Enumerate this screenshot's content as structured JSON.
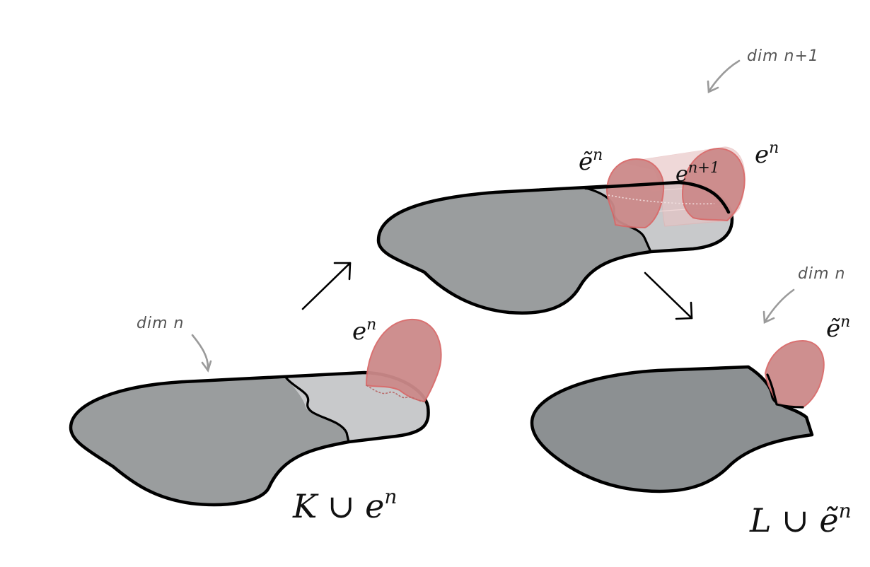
{
  "labels": {
    "dim_n_left": "dim n",
    "dim_n_plus_1": "dim n+1",
    "dim_n_right": "dim n",
    "e_n_left": "e",
    "e_n_left_sup": "n",
    "e_tilde_n_top": "ẽ",
    "e_tilde_n_top_sup": "n",
    "e_n_plus_1": "e",
    "e_n_plus_1_sup": "n+1",
    "e_n_top": "e",
    "e_n_top_sup": "n",
    "e_tilde_n_right": "ẽ",
    "e_tilde_n_right_sup": "n",
    "K_union_label": "K ∪ e",
    "K_union_sup": "n",
    "L_union_label": "L ∪ ẽ",
    "L_union_sup": "n"
  },
  "colors": {
    "dark_gray": "#9a9d9e",
    "darker_gray": "#8c9092",
    "light_gray": "#c8c9cb",
    "cell_red": "#cc8a8a",
    "cell_stroke": "#d86a6a",
    "hint_gray": "#9a9a9a"
  }
}
